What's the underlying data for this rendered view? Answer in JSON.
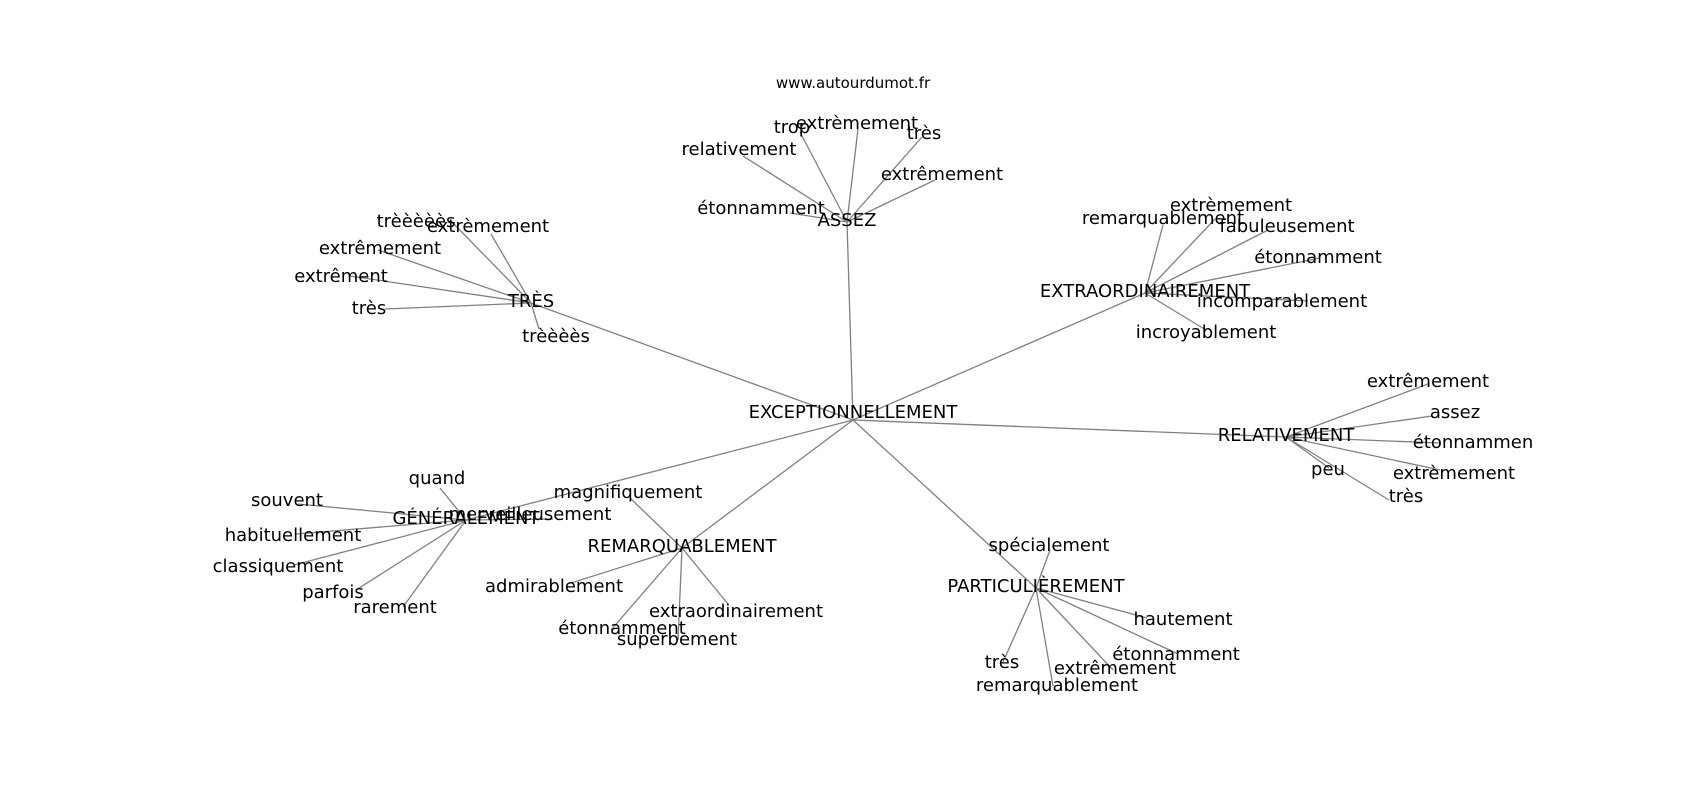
{
  "credit": "www.autourdumot.fr",
  "center": "EXCEPTIONNELLEMENT",
  "hubs": [
    {
      "id": "assez",
      "label": "ASSEZ",
      "leaves": [
        "trop",
        "extrèmement",
        "très",
        "relativement",
        "extrêmement",
        "étonnamment"
      ]
    },
    {
      "id": "tres",
      "label": "TRÈS",
      "leaves": [
        "trèèèèès",
        "extrèmement",
        "extrêmement",
        "extrêment",
        "très",
        "trèèèès"
      ]
    },
    {
      "id": "extraordinairement",
      "label": "EXTRAORDINAIREMENT",
      "leaves": [
        "remarquablement",
        "extrèmement",
        "fabuleusement",
        "étonnamment",
        "incomparablement",
        "incroyablement"
      ]
    },
    {
      "id": "relativement",
      "label": "RELATIVEMENT",
      "leaves": [
        "extrêmement",
        "assez",
        "étonnammen",
        "extrèmement",
        "peu",
        "très"
      ]
    },
    {
      "id": "generalement",
      "label": "GÉNÉRALEMENT",
      "leaves": [
        "quand",
        "souvent",
        "habituellement",
        "classiquement",
        "parfois",
        "rarement",
        "merveilleusement"
      ]
    },
    {
      "id": "remarquablement",
      "label": "REMARQUABLEMENT",
      "leaves": [
        "magnifiquement",
        "admirablement",
        "extraordinairement",
        "étonnamment",
        "superbement"
      ]
    },
    {
      "id": "particulierement",
      "label": "PARTICULIÈREMENT",
      "leaves": [
        "spécialement",
        "hautement",
        "étonnamment",
        "très",
        "extrêmement",
        "remarquablement"
      ]
    }
  ]
}
